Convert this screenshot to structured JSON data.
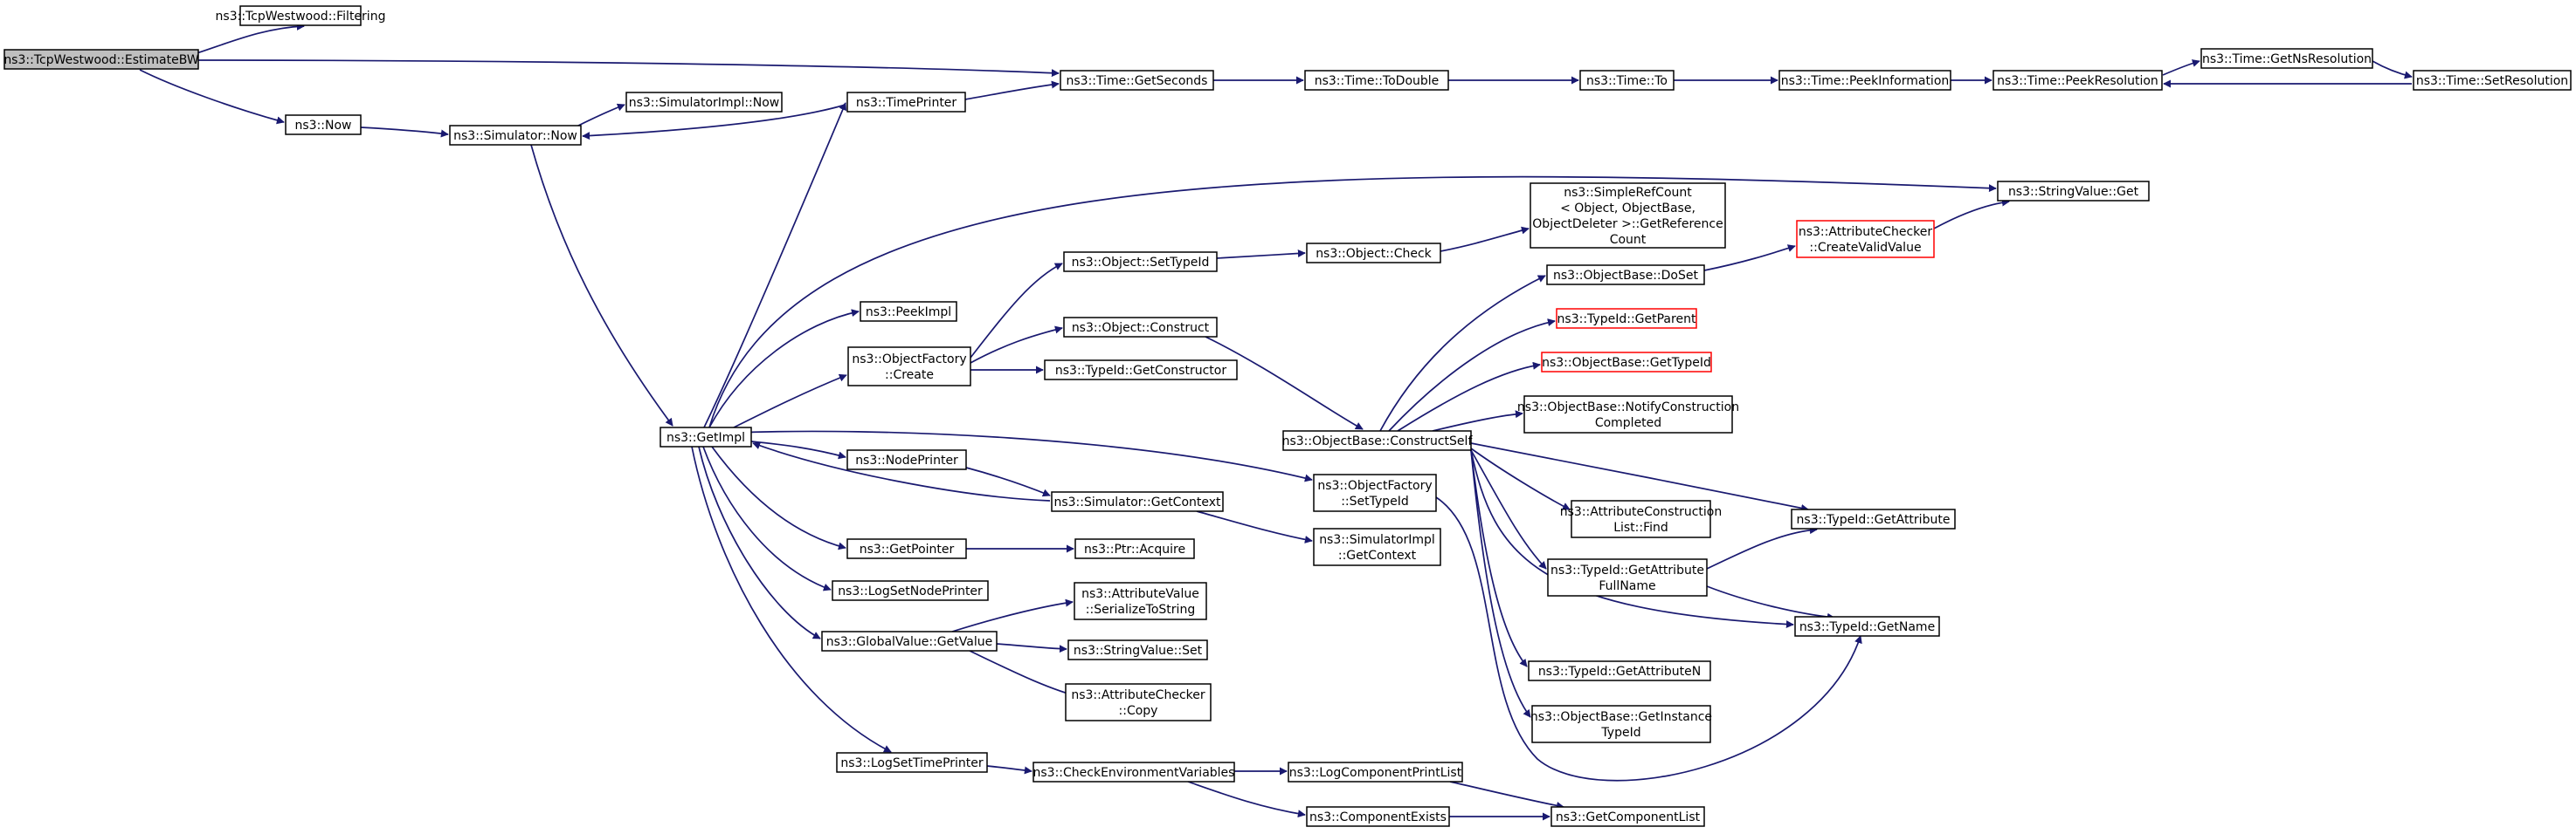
{
  "graph": {
    "edge_color": "#191970",
    "highlight_border_color": "#ff0000",
    "root_fill": "#bfbfbf",
    "nodes": {
      "estimate_bw": [
        "ns3::TcpWestwood::EstimateBW"
      ],
      "filtering": [
        "ns3::TcpWestwood::Filtering"
      ],
      "now": [
        "ns3::Now"
      ],
      "sim_now": [
        "ns3::Simulator::Now"
      ],
      "simimpl_now": [
        "ns3::SimulatorImpl::Now"
      ],
      "timeprinter": [
        "ns3::TimePrinter"
      ],
      "getseconds": [
        "ns3::Time::GetSeconds"
      ],
      "todouble": [
        "ns3::Time::ToDouble"
      ],
      "to": [
        "ns3::Time::To"
      ],
      "peekinfo": [
        "ns3::Time::PeekInformation"
      ],
      "peekres": [
        "ns3::Time::PeekResolution"
      ],
      "getnsres": [
        "ns3::Time::GetNsResolution"
      ],
      "setres": [
        "ns3::Time::SetResolution"
      ],
      "stringvalue_get": [
        "ns3::StringValue::Get"
      ],
      "getimpl": [
        "ns3::GetImpl"
      ],
      "peekimpl": [
        "ns3::PeekImpl"
      ],
      "objfactory_create": [
        "ns3::ObjectFactory",
        "::Create"
      ],
      "obj_settypeid": [
        "ns3::Object::SetTypeId"
      ],
      "obj_check": [
        "ns3::Object::Check"
      ],
      "simplerefcount": [
        "ns3::SimpleRefCount",
        "< Object, ObjectBase,",
        "ObjectDeleter >::GetReference",
        "Count"
      ],
      "obj_construct": [
        "ns3::Object::Construct"
      ],
      "typeid_getconstructor": [
        "ns3::TypeId::GetConstructor"
      ],
      "objbase_doset": [
        "ns3::ObjectBase::DoSet"
      ],
      "attrchecker_createvalid": [
        "ns3::AttributeChecker",
        "::CreateValidValue"
      ],
      "typeid_getparent": [
        "ns3::TypeId::GetParent"
      ],
      "objbase_gettypeid": [
        "ns3::ObjectBase::GetTypeId"
      ],
      "objbase_notify": [
        "ns3::ObjectBase::NotifyConstruction",
        "Completed"
      ],
      "objbase_constructself": [
        "ns3::ObjectBase::ConstructSelf"
      ],
      "nodeprinter": [
        "ns3::NodePrinter"
      ],
      "sim_getcontext": [
        "ns3::Simulator::GetContext"
      ],
      "objfactory_settypeid": [
        "ns3::ObjectFactory",
        "::SetTypeId"
      ],
      "simimpl_getcontext": [
        "ns3::SimulatorImpl",
        "::GetContext"
      ],
      "attrconstruction_find": [
        "ns3::AttributeConstruction",
        "List::Find"
      ],
      "typeid_getattribute": [
        "ns3::TypeId::GetAttribute"
      ],
      "getpointer": [
        "ns3::GetPointer"
      ],
      "ptr_acquire": [
        "ns3::Ptr::Acquire"
      ],
      "typeid_getattrfullname": [
        "ns3::TypeId::GetAttribute",
        "FullName"
      ],
      "logsetnodeprinter": [
        "ns3::LogSetNodePrinter"
      ],
      "attrvalue_serialize": [
        "ns3::AttributeValue",
        "::SerializeToString"
      ],
      "typeid_getname": [
        "ns3::TypeId::GetName"
      ],
      "globalvalue_getvalue": [
        "ns3::GlobalValue::GetValue"
      ],
      "stringvalue_set": [
        "ns3::StringValue::Set"
      ],
      "typeid_getattrn": [
        "ns3::TypeId::GetAttributeN"
      ],
      "attrchecker_copy": [
        "ns3::AttributeChecker",
        "::Copy"
      ],
      "objbase_getinstance": [
        "ns3::ObjectBase::GetInstance",
        "TypeId"
      ],
      "logsettimeprinter": [
        "ns3::LogSetTimePrinter"
      ],
      "checkenv": [
        "ns3::CheckEnvironmentVariables"
      ],
      "logcomponentprintlist": [
        "ns3::LogComponentPrintList"
      ],
      "componentexists": [
        "ns3::ComponentExists"
      ],
      "getcomponentlist": [
        "ns3::GetComponentList"
      ]
    }
  }
}
